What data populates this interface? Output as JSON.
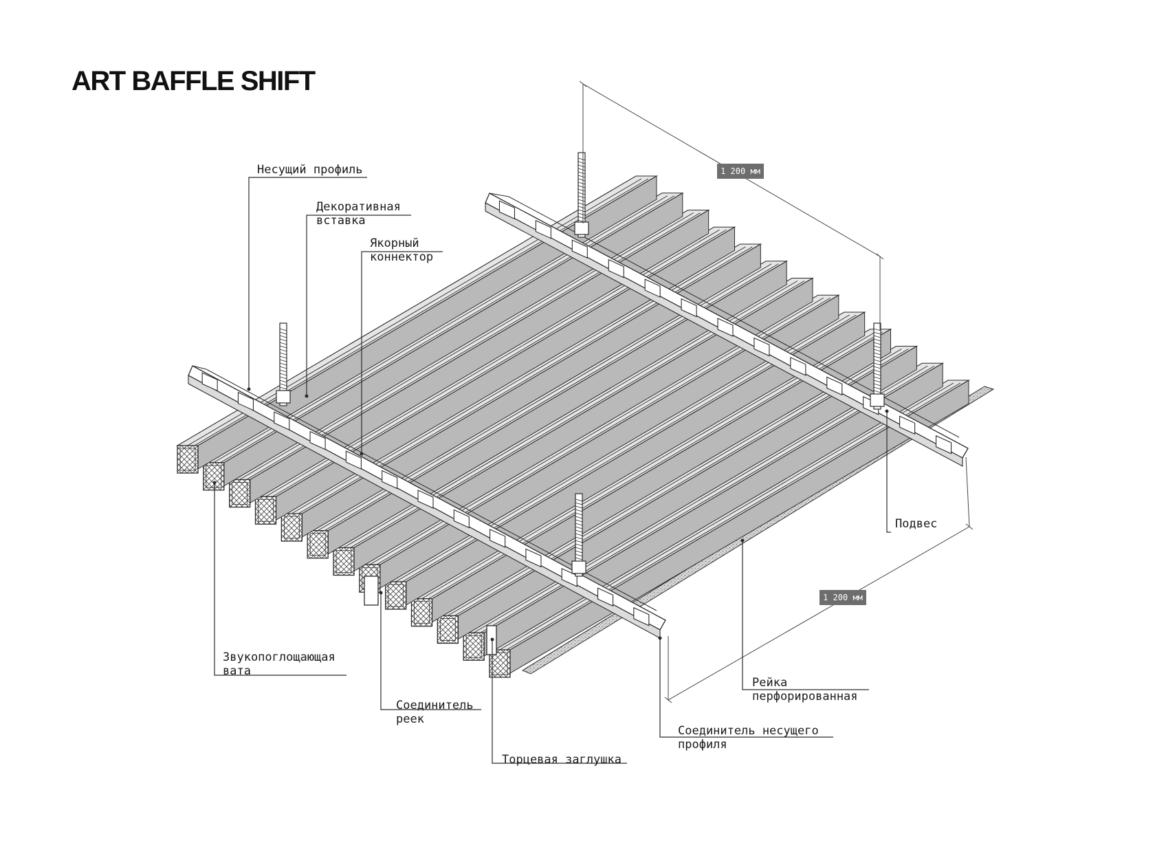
{
  "title": "ART BAFFLE SHIFT",
  "dimensions": {
    "top": "1 200 мм",
    "bottom": "1 200 мм"
  },
  "labels": {
    "carrier_profile": "Несущий профиль",
    "decor_insert_1": "Декоративная",
    "decor_insert_2": "вставка",
    "anchor_connector_1": "Якорный",
    "anchor_connector_2": "коннектор",
    "hanger": "Подвес",
    "wool_1": "Звукопоглощающая",
    "wool_2": "вата",
    "slat_connector_1": "Соединитель",
    "slat_connector_2": "реек",
    "end_cap": "Торцевая заглушка",
    "carrier_connector_1": "Соединитель несущего",
    "carrier_connector_2": "профиля",
    "perforated_slat_1": "Рейка",
    "perforated_slat_2": "перфорированная"
  },
  "colors": {
    "line": "#2a2a2a",
    "slat_face": "#e6e6e6",
    "slat_side": "#b9b9b9",
    "dim_badge": "#6d6d6d"
  }
}
